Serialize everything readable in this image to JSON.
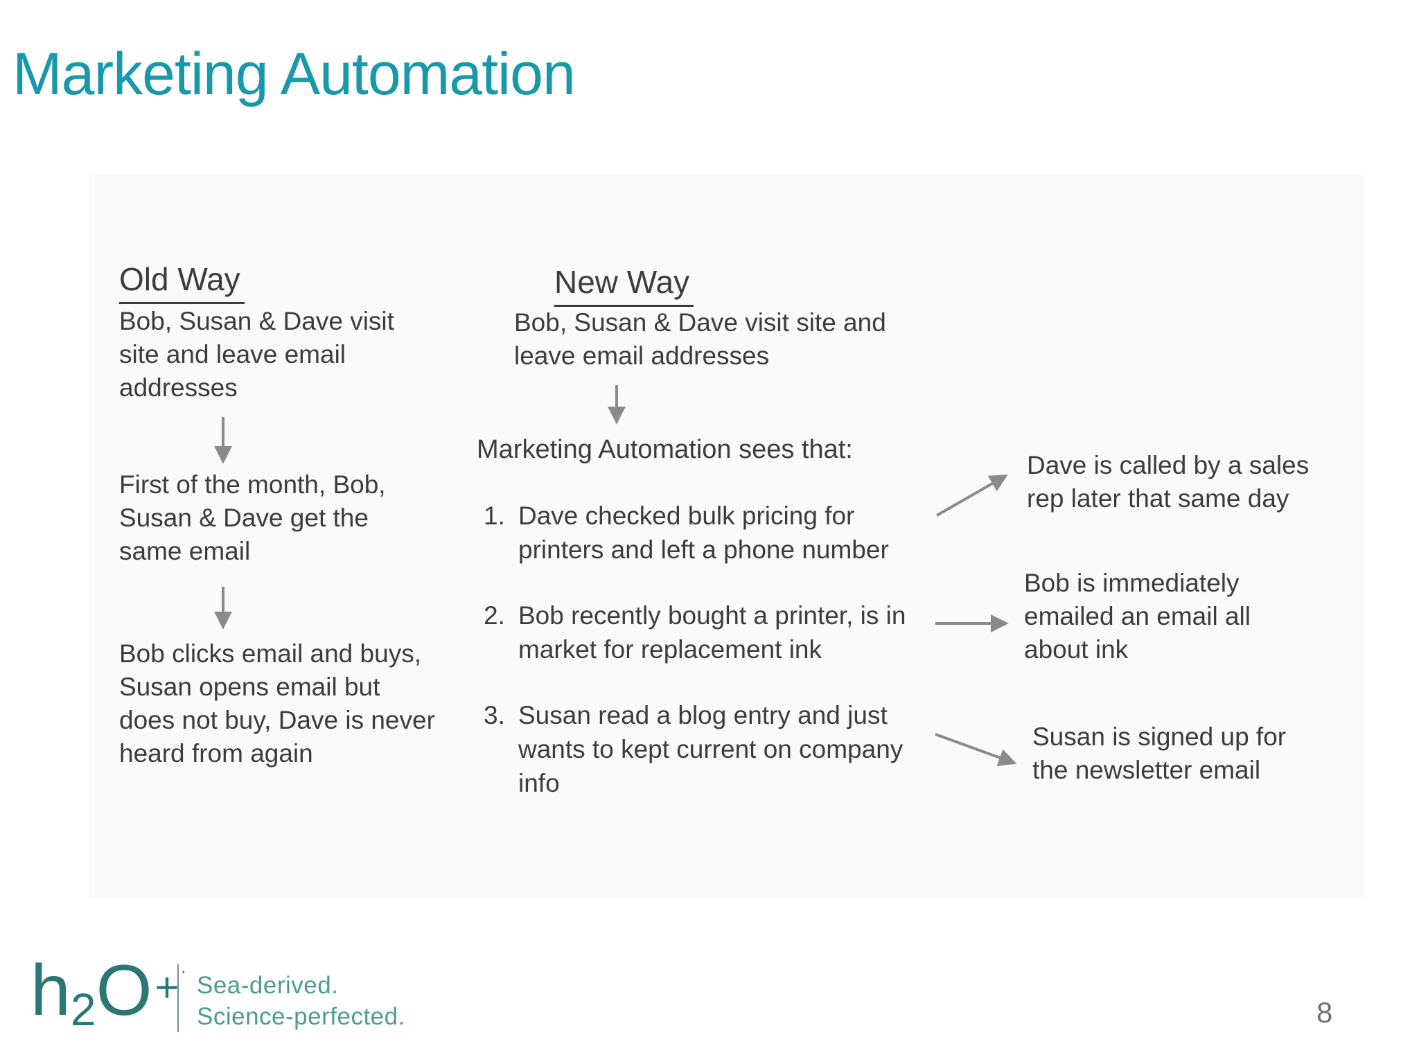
{
  "page": {
    "title": "Marketing Automation",
    "page_number": "8"
  },
  "old_way": {
    "heading": "Old Way",
    "steps": [
      "Bob, Susan & Dave visit site and leave email addresses",
      "First of the month, Bob, Susan & Dave get the same email",
      "Bob clicks email and buys, Susan opens email but does not buy, Dave is never heard from again"
    ]
  },
  "new_way": {
    "heading": "New Way",
    "intro": "Bob, Susan & Dave visit site and leave email addresses",
    "subtitle": "Marketing Automation sees that:",
    "items": [
      {
        "number": "1.",
        "text": "Dave checked bulk pricing for printers and left a phone number"
      },
      {
        "number": "2.",
        "text": "Bob recently bought a printer, is in market for replacement ink"
      },
      {
        "number": "3.",
        "text": "Susan read a blog entry and just wants to kept current on company info"
      }
    ]
  },
  "outcomes": [
    "Dave is called by a sales rep later that same day",
    "Bob is immediately emailed an email all about ink",
    "Susan is signed up for the newsletter email"
  ],
  "footer": {
    "logo": {
      "h": "h",
      "two": "2",
      "o": "O",
      "plus": "+",
      "mark": "·"
    },
    "tagline_line1": "Sea-derived.",
    "tagline_line2": "Science-perfected."
  },
  "colors": {
    "title": "#1898ab",
    "body_text": "#3c3c3c",
    "arrow": "#8a8a8a",
    "logo": "#2a7776",
    "tagline": "#4e9d90",
    "page_number": "#707078"
  }
}
